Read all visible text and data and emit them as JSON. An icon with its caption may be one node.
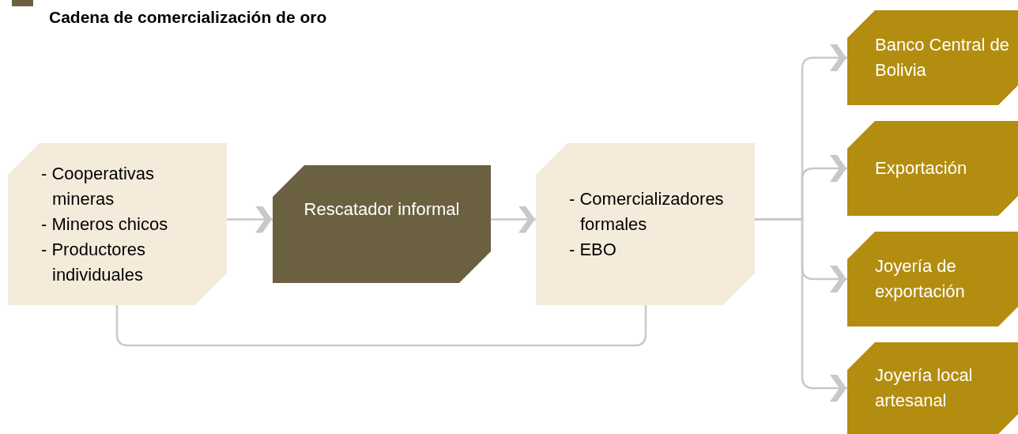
{
  "diagram": {
    "title": "Cadena de comercialización de oro",
    "nodes": [
      {
        "text": [
          "- Cooperativas mineras",
          "- Mineros chicos",
          "- Productores individuales"
        ]
      },
      {
        "text": [
          "Rescatador informal"
        ]
      },
      {
        "text": [
          "- Comercializadores formales",
          "- EBO"
        ]
      },
      {
        "text": [
          "Banco Central de Bolivia"
        ]
      },
      {
        "text": [
          "Exportación"
        ]
      },
      {
        "text": [
          "Joyería de exportación"
        ]
      },
      {
        "text": [
          "Joyería local artesanal"
        ]
      }
    ],
    "edges": [
      {
        "from": 0,
        "to": 1,
        "arrow": "to"
      },
      {
        "from": 1,
        "to": 2,
        "arrow": "to"
      },
      {
        "from": 0,
        "to": 2,
        "arrow": "none"
      },
      {
        "from": 2,
        "to": 3,
        "arrow": "to"
      },
      {
        "from": 2,
        "to": 4,
        "arrow": "to"
      },
      {
        "from": 2,
        "to": 5,
        "arrow": "to"
      },
      {
        "from": 2,
        "to": 6,
        "arrow": "to"
      }
    ]
  }
}
